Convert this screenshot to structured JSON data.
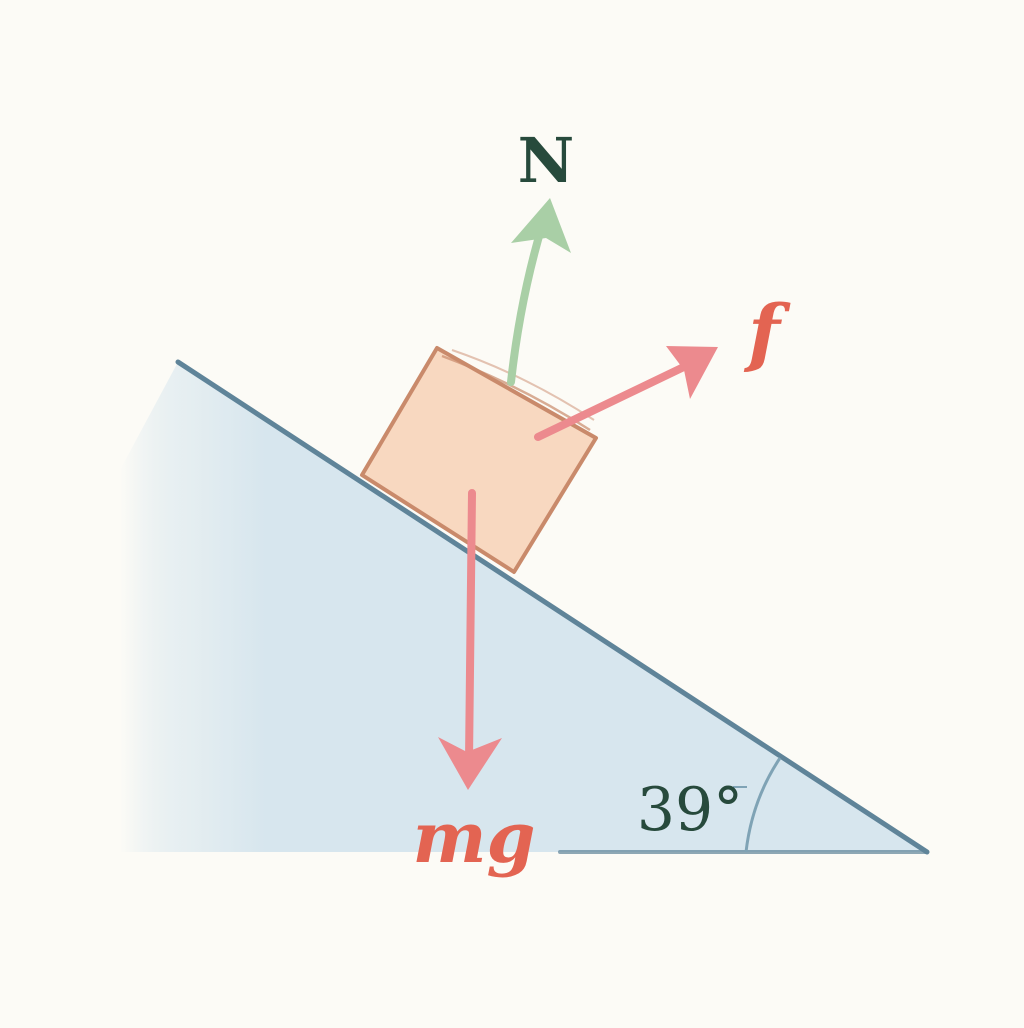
{
  "labels": {
    "normal_force": "N",
    "friction": "f",
    "weight": "mg",
    "angle": "39°"
  },
  "colors": {
    "background": "#fcfbf6",
    "incline_fill": "#d7e6ee",
    "incline_stroke": "#5f8499",
    "block_fill": "#f8d8c0",
    "block_stroke": "#c98a6b",
    "normal_arrow": "#a9cfa6",
    "friction_arrow": "#ec8a8e",
    "weight_arrow": "#ec8a8e",
    "normal_label": "#274a3c",
    "friction_label": "#e36452",
    "weight_label": "#e36452",
    "angle_label": "#274a3c",
    "angle_arc": "#7fa3b5"
  }
}
